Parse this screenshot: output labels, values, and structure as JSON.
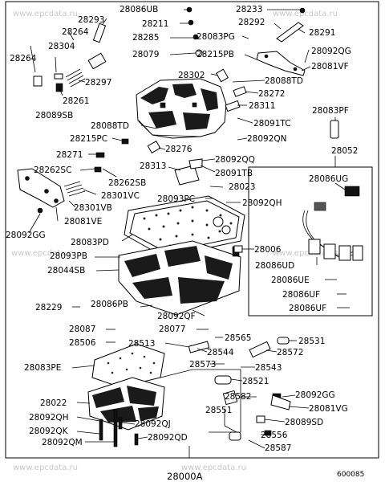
{
  "watermark": "www.epcdata.ru",
  "diagram_code": "600085",
  "assembly_number": "28000A",
  "labels": {
    "l28086UB": "28086UB",
    "l28233": "28233",
    "l28293": "28293",
    "l28211": "28211",
    "l28292": "28292",
    "l28264a": "28264",
    "l28285": "28285",
    "l28083PG": "28083PG",
    "l28291": "28291",
    "l28304": "28304",
    "l28264b": "28264",
    "l28079": "28079",
    "l28215PB": "28215PB",
    "l28092QG_top": "28092QG",
    "l28081VF": "28081VF",
    "l28297": "28297",
    "l28302": "28302",
    "l28088TD_top": "28088TD",
    "l28261": "28261",
    "l28272": "28272",
    "l28089SB": "28089SB",
    "l28311": "28311",
    "l28083PF": "28083PF",
    "l28088TD": "28088TD",
    "l28091TC": "28091TC",
    "l28215PC": "28215PC",
    "l28092QN": "28092QN",
    "l28276": "28276",
    "l28052": "28052",
    "l28271": "28271",
    "l28092QQ": "28092QQ",
    "l28262SC": "28262SC",
    "l28313": "28313",
    "l28091TB": "28091TB",
    "l28086UG": "28086UG",
    "l28262SB": "28262SB",
    "l28023": "28023",
    "l28301VC": "28301VC",
    "l28093PC": "28093PC",
    "l28092QH": "28092QH",
    "l28301VB": "28301VB",
    "l28081VE": "28081VE",
    "l28092GG": "28092GG",
    "l28083PD": "28083PD",
    "l28006": "28006",
    "l28093PB": "28093PB",
    "l28044SB": "28044SB",
    "l28086UD": "28086UD",
    "l28086UE": "28086UE",
    "l28086UF_a": "28086UF",
    "l28086UF_b": "28086UF",
    "l28229": "28229",
    "l28086PB": "28086PB",
    "l28092QF": "28092QF",
    "l28087": "28087",
    "l28077": "28077",
    "l28565": "28565",
    "l28506": "28506",
    "l28513": "28513",
    "l28531": "28531",
    "l28544": "28544",
    "l28572": "28572",
    "l28083PE": "28083PE",
    "l28573": "28573",
    "l28543": "28543",
    "l28521": "28521",
    "l28582": "28582",
    "l28092GG_b": "28092GG",
    "l28022": "28022",
    "l28551": "28551",
    "l28081VG": "28081VG",
    "l28092QH_b": "28092QH",
    "l28092QJ": "28092QJ",
    "l28089SD": "28089SD",
    "l28092QK": "28092QK",
    "l28556": "28556",
    "l28092QM": "28092QM",
    "l28092QD": "28092QD",
    "l28587": "28587"
  }
}
